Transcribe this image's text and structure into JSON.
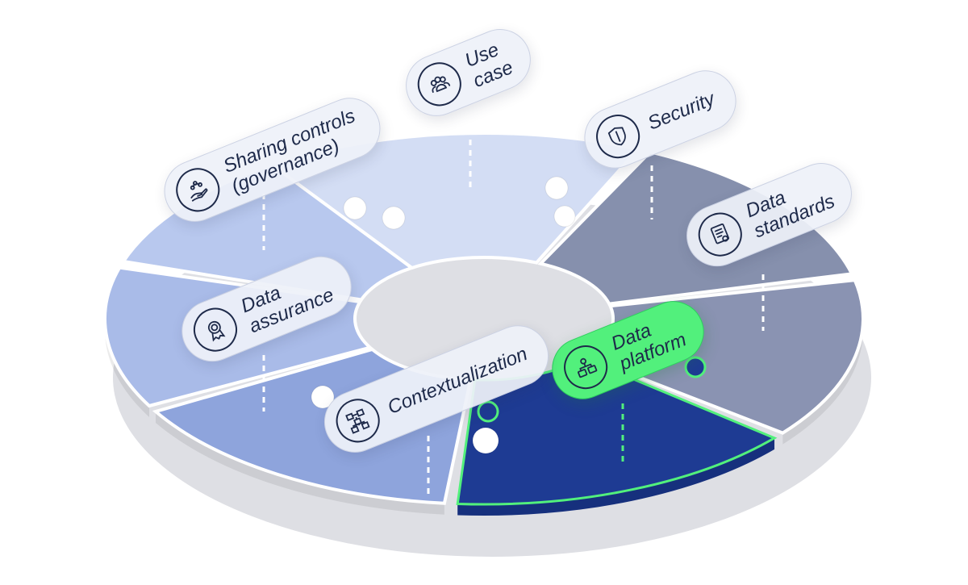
{
  "segments": [
    {
      "id": "use-case",
      "label": "Use\ncase",
      "icon": "people-group-icon",
      "color": "#d3ddf4",
      "active": false
    },
    {
      "id": "security",
      "label": "Security",
      "icon": "shield-icon",
      "color": "#8690ad",
      "active": false
    },
    {
      "id": "data-standards",
      "label": "Data\nstandards",
      "icon": "certificate-document-icon",
      "color": "#8a93b2",
      "active": false
    },
    {
      "id": "data-platform",
      "label": "Data\nplatform",
      "icon": "monitors-network-icon",
      "color": "#1e3b93",
      "active": true
    },
    {
      "id": "contextualization",
      "label": "Contextualization",
      "icon": "flowchart-icon",
      "color": "#8ea4dc",
      "active": false
    },
    {
      "id": "data-assurance",
      "label": "Data\nassurance",
      "icon": "award-ribbon-icon",
      "color": "#a9bbe8",
      "active": false
    },
    {
      "id": "sharing-controls",
      "label": "Sharing controls\n(governance)",
      "icon": "hand-share-icon",
      "color": "#b8c8ee",
      "active": false
    }
  ],
  "colors": {
    "highlight": "#52f07c",
    "shadow": "#dfe0e5",
    "connector_light": "#ffffff",
    "connector_active": "#52f07c"
  }
}
